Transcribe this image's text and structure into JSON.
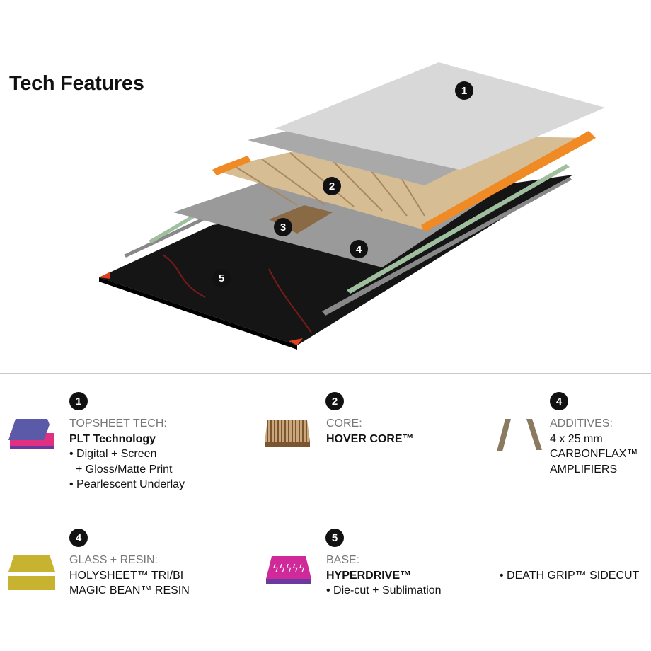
{
  "title": "Tech Features",
  "diagram_markers": [
    "1",
    "2",
    "3",
    "4",
    "5"
  ],
  "features": [
    {
      "number": "1",
      "label": "TOPSHEET TECH:",
      "lines": [
        "PLT Technology"
      ],
      "bullets": [
        "• Digital + Screen",
        "  + Gloss/Matte Print",
        "• Pearlescent Underlay"
      ],
      "icon": "topsheet-icon"
    },
    {
      "number": "2",
      "label": "CORE:",
      "lines": [
        "HOVER CORE™"
      ],
      "bullets": [],
      "icon": "wood-core-icon"
    },
    {
      "number": "4",
      "label": "ADDITIVES:",
      "lines": [
        "4 x 25 mm",
        "CARBONFLAX™",
        "AMPLIFIERS"
      ],
      "bullets": [],
      "icon": "carbonflax-strips-icon"
    },
    {
      "number": "4",
      "label": "GLASS + RESIN:",
      "lines": [
        "HOLYSHEET™ TRI/BI",
        "MAGIC BEAN™ RESIN"
      ],
      "bullets": [],
      "icon": "glass-layers-icon"
    },
    {
      "number": "5",
      "label": "BASE:",
      "lines": [
        "HYPERDRIVE™"
      ],
      "bullets": [
        "• Die-cut + Sublimation"
      ],
      "icon": "base-icon"
    },
    {
      "number": "",
      "label": "",
      "lines": [
        "• DEATH GRIP™ SIDECUT"
      ],
      "bullets": [],
      "icon": ""
    }
  ],
  "colors": {
    "accent_orange": "#f08a24",
    "base_black": "#151515",
    "topsheet_blue": "#5a5aa8",
    "magenta": "#e0307f",
    "wood": "#c9a77a"
  }
}
